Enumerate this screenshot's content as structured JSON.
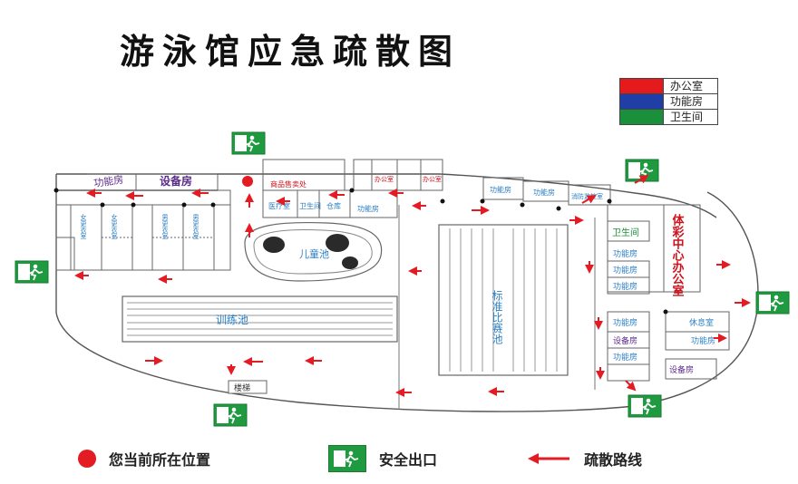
{
  "title": "游泳馆应急疏散图",
  "legend": {
    "items": [
      {
        "label": "办公室",
        "color": "#e41a1c"
      },
      {
        "label": "功能房",
        "color": "#1f3fa6"
      },
      {
        "label": "卫生间",
        "color": "#1a8f3c"
      }
    ]
  },
  "rooms": {
    "gongneng_top_left": "功能房",
    "shebei_top_left": "设备房",
    "shangpin": "商品售卖处",
    "yiliao": "医疗室",
    "weisheng_small": "卫生间",
    "cangku": "仓库",
    "gongneng_mid": "功能房",
    "office_small_1": "办公室",
    "office_small_2": "办公室",
    "gongneng_arc_1": "功能房",
    "gongneng_arc_2": "功能房",
    "xiaofang": "消防监控室",
    "locker_1": "女更衣室",
    "locker_2": "女更衣室",
    "locker_3": "男更衣室",
    "locker_4": "男更衣室",
    "weisheng_right": "卫生间",
    "tica_office": "体彩中心办公室",
    "gongneng_r1": "功能房",
    "gongneng_r2": "功能房",
    "gongneng_r3": "功能房",
    "gongneng_r4": "功能房",
    "shebei_r1": "设备房",
    "gongneng_r5": "功能房",
    "xiuxi": "休息室",
    "gongneng_r6": "功能房",
    "shebei_r2": "设备房",
    "louti": "楼梯"
  },
  "pools": {
    "kids": "儿童池",
    "training": "训练池",
    "standard": "标准比赛池"
  },
  "bottom_legend": {
    "current_position": "您当前所在位置",
    "safety_exit": "安全出口",
    "evacuation_route": "疏散路线"
  },
  "colors": {
    "exit_green": "#1f9a40",
    "route_red": "#e31b23",
    "wall_gray": "#555555"
  }
}
